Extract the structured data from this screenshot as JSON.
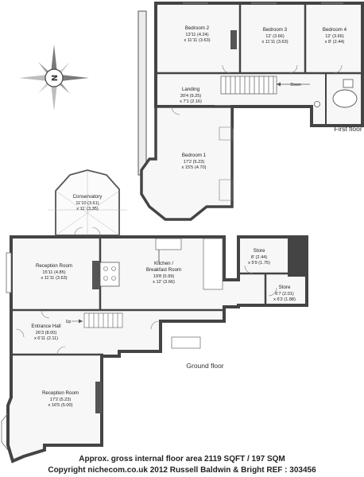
{
  "compass": {
    "letter": "N"
  },
  "first_floor": {
    "label": "First floor",
    "rooms": {
      "bedroom2": {
        "name": "Bedroom 2",
        "dim1": "13'11 (4.24)",
        "dim2": "x 11'11 (3.63)"
      },
      "bedroom3": {
        "name": "Bedroom 3",
        "dim1": "12' (3.66)",
        "dim2": "x 11'11 (3.63)"
      },
      "bedroom4": {
        "name": "Bedroom 4",
        "dim1": "12' (3.66)",
        "dim2": "x 8' (2.44)"
      },
      "landing": {
        "name": "Landing",
        "dim1": "30'4 (9.25)",
        "dim2": "x 7'1 (2.16)"
      },
      "bedroom1": {
        "name": "Bedroom 1",
        "dim1": "17'2 (5.23)",
        "dim2": "x 15'5 (4.70)"
      }
    },
    "stair_label": "Down"
  },
  "ground_floor": {
    "label": "Ground floor",
    "rooms": {
      "conservatory": {
        "name": "Conservatory",
        "dim1": "11'10 (3.61)",
        "dim2": "x 11' (3.35)"
      },
      "reception1": {
        "name": "Reception Room",
        "dim1": "15'11 (4.85)",
        "dim2": "x 11'11 (3.63)"
      },
      "kitchen": {
        "name1": "Kitchen /",
        "name2": "Breakfast Room",
        "dim1": "19'8 (5.99)",
        "dim2": "x 12' (3.66)"
      },
      "store1": {
        "name": "Store",
        "dim1": "8' (2.44)",
        "dim2": "x 5'9 (1.75)"
      },
      "store2": {
        "name": "Store",
        "dim1": "6'7 (2.01)",
        "dim2": "x 6'2 (1.88)"
      },
      "entrance": {
        "name": "Entrance Hall",
        "dim1": "26'3 (8.00)",
        "dim2": "x 6'11 (2.11)"
      },
      "reception2": {
        "name": "Reception Room",
        "dim1": "17'2 (5.23)",
        "dim2": "x 16'5 (5.00)"
      }
    },
    "stair_label": "Up"
  },
  "footer": {
    "area": "Approx. gross internal floor area 2119 SQFT / 197 SQM",
    "copyright": "Copyright nichecom.co.uk 2012 Russell Baldwin & Bright REF : 303456"
  }
}
